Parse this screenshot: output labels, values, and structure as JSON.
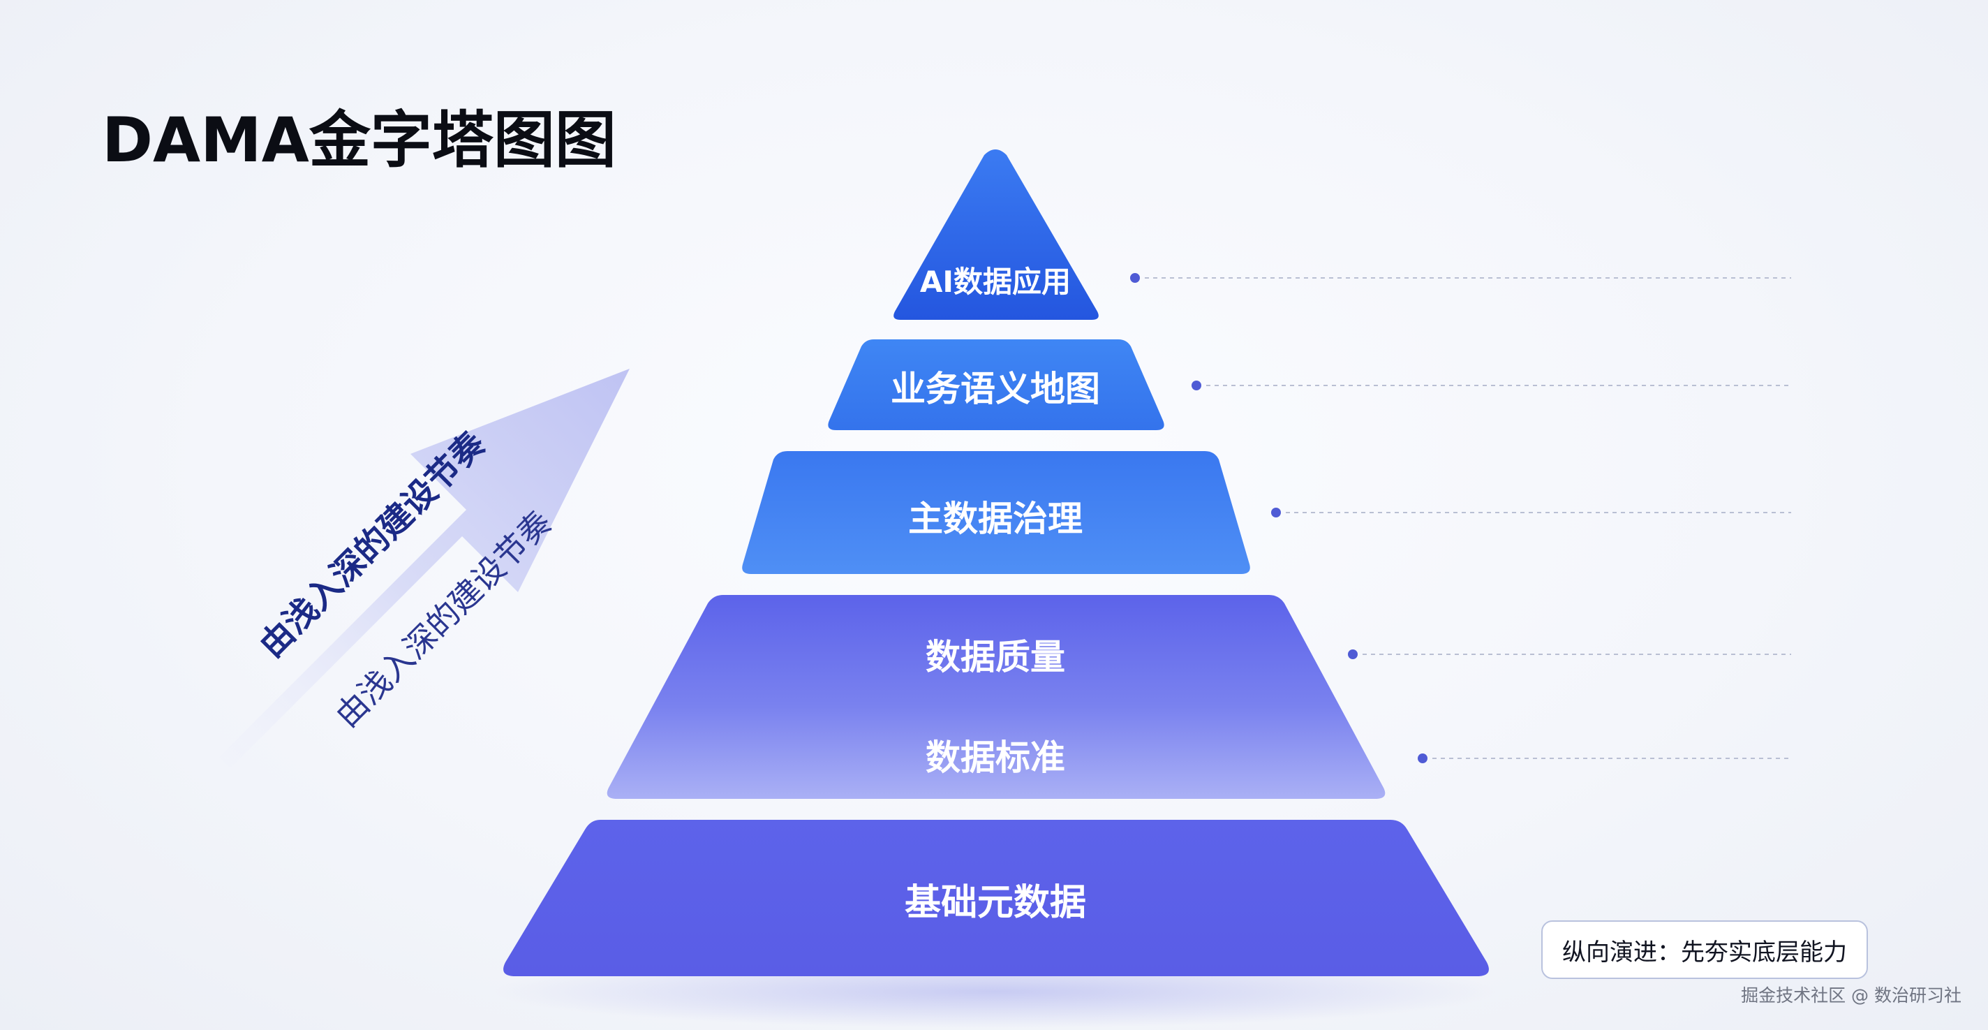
{
  "title": "DAMA金字塔图图",
  "arrow": {
    "label_strong": "由浅入深的建设节奏",
    "label_light": "由浅入深的建设节奏"
  },
  "pyramid": {
    "layers": [
      {
        "label": "AI数据应用"
      },
      {
        "label": "业务语义地图"
      },
      {
        "label": "主数据治理"
      },
      {
        "label": "数据质量",
        "sub_label": "数据标准"
      },
      {
        "label": "基础元数据"
      }
    ]
  },
  "badge": {
    "text": "纵向演进：先夯实底层能力"
  },
  "watermark": "掘金技术社区 @ 数治研习社",
  "colors": {
    "background": "#f4f6fb",
    "title": "#0b0d14",
    "layer_blue": "#2f66e8",
    "layer_indigo": "#5a5fe8",
    "arrow_fill": "#c9ccf6",
    "arrow_text": "#1b2a86",
    "leader_line": "#b9bfd3",
    "leader_dot": "#4f5bd5"
  }
}
